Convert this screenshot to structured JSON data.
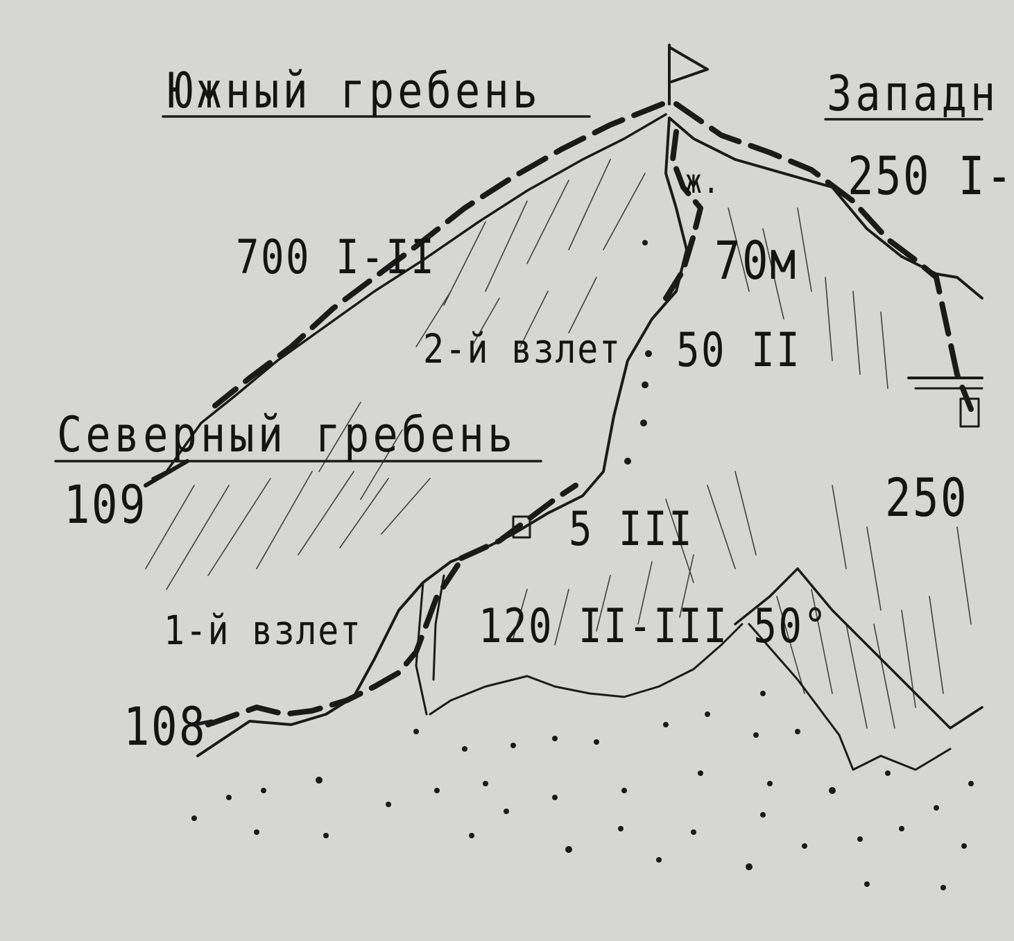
{
  "labels": {
    "south_ridge": "Южный гребень",
    "west_ridge": "Западн",
    "north_ridge": "Северный гребень",
    "summit_section": "ж.",
    "summit_len": "70м",
    "ridge_upper_west": "250 I-",
    "ridge_upper_south": "700 I-II",
    "second_step": "2-й взлет",
    "second_step_pitch": "50 II",
    "west_face_len": "250",
    "step_pitch": "5 III",
    "first_step": "1-й взлет",
    "first_step_pitch": "120 II-III 50°",
    "point_109": "109",
    "point_108": "108"
  },
  "colors": {
    "paper": "#d6d6d4",
    "ink": "#141414"
  }
}
